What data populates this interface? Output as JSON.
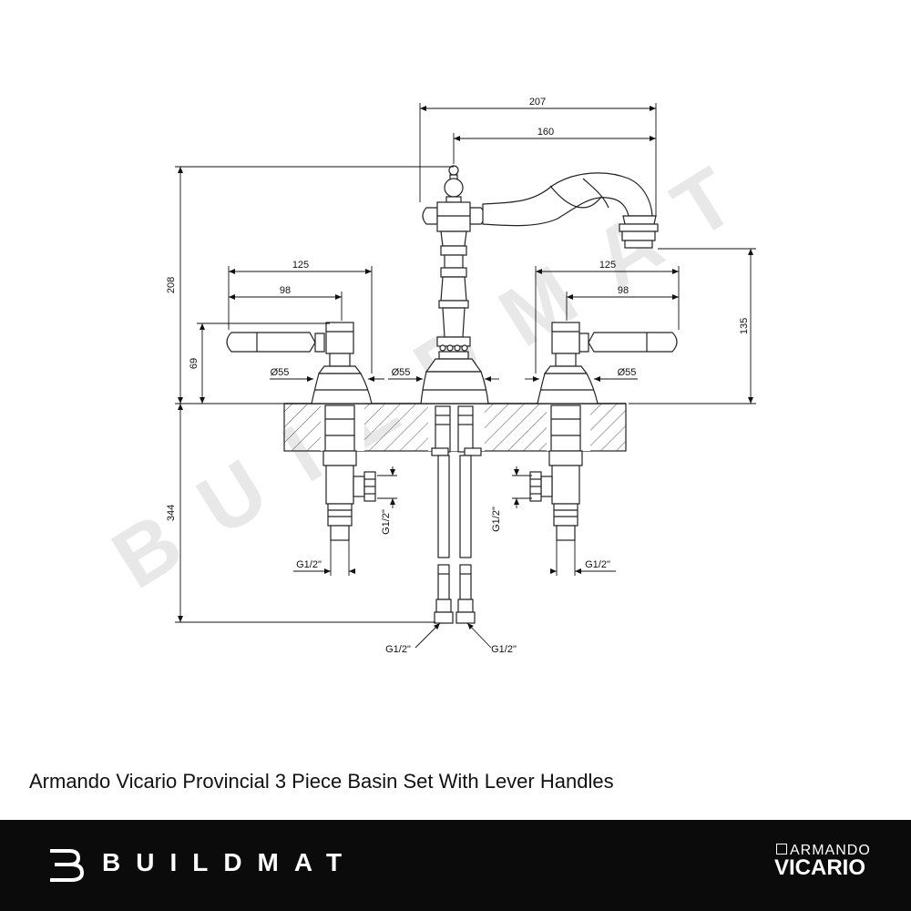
{
  "watermark": "BUILDMAT",
  "dimensions": {
    "spout_reach_total": "207",
    "spout_reach": "160",
    "overall_height": "208",
    "left_handle_span": "125",
    "left_handle_reach": "98",
    "right_handle_span": "125",
    "right_handle_reach": "98",
    "handle_height": "69",
    "spout_outlet_height": "135",
    "left_base_diameter": "Ø55",
    "center_base_diameter": "Ø55",
    "right_base_diameter": "Ø55",
    "below_deck_length": "344",
    "left_valve_side_thread": "G1/2\"",
    "left_valve_bottom_thread": "G1/2\"",
    "right_valve_side_thread": "G1/2\"",
    "right_valve_bottom_thread": "G1/2\"",
    "hose_left_thread": "G1/2\"",
    "hose_right_thread": "G1/2\""
  },
  "product_title": "Armando Vicario Provincial 3 Piece Basin Set With Lever Handles",
  "footer": {
    "brand_name": "BUILDMAT",
    "partner_top": "ARMANDO",
    "partner_bottom": "VICARIO",
    "background": "#0b0b0b"
  }
}
